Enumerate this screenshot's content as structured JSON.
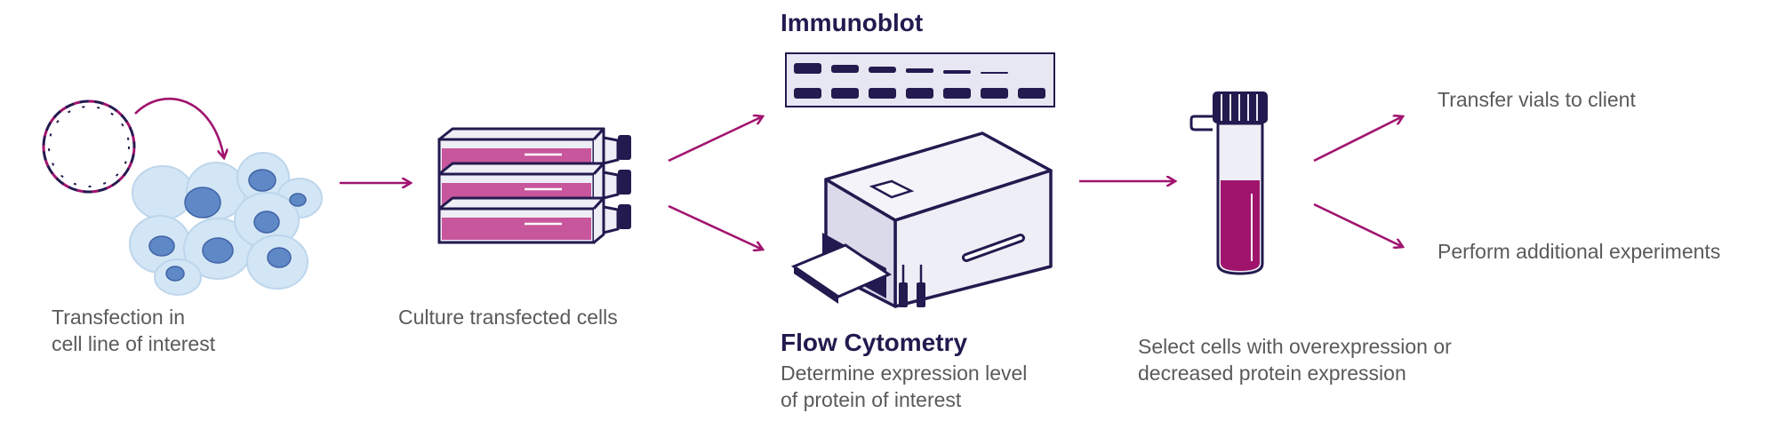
{
  "colors": {
    "accent": "#a0146e",
    "outline": "#231a4f",
    "cell_fill": "#d3e6f5",
    "nucleus": "#5f88c6",
    "flask_fill": "#c7569c",
    "instrument_fill": "#eeeef6",
    "blot_bg": "#e7e7f3",
    "text": "#5a5a5a",
    "heading": "#231a4f"
  },
  "steps": {
    "transfection": {
      "line1": "Transfection in",
      "line2": "cell line of interest"
    },
    "culture": {
      "line1": "Culture transfected cells"
    },
    "immunoblot": {
      "title": "Immunoblot"
    },
    "flow": {
      "title": "Flow Cytometry",
      "line1": "Determine expression level",
      "line2": "of protein of interest"
    },
    "select": {
      "line1": "Select cells with overexpression or",
      "line2": "decreased protein expression"
    },
    "transfer": {
      "line1": "Transfer vials to client"
    },
    "perform": {
      "line1": "Perform additional experiments"
    }
  },
  "icons": [
    "plasmid-icon",
    "cells-icon",
    "culture-flasks-icon",
    "western-blot-icon",
    "flow-cytometer-icon",
    "cryovial-icon"
  ]
}
